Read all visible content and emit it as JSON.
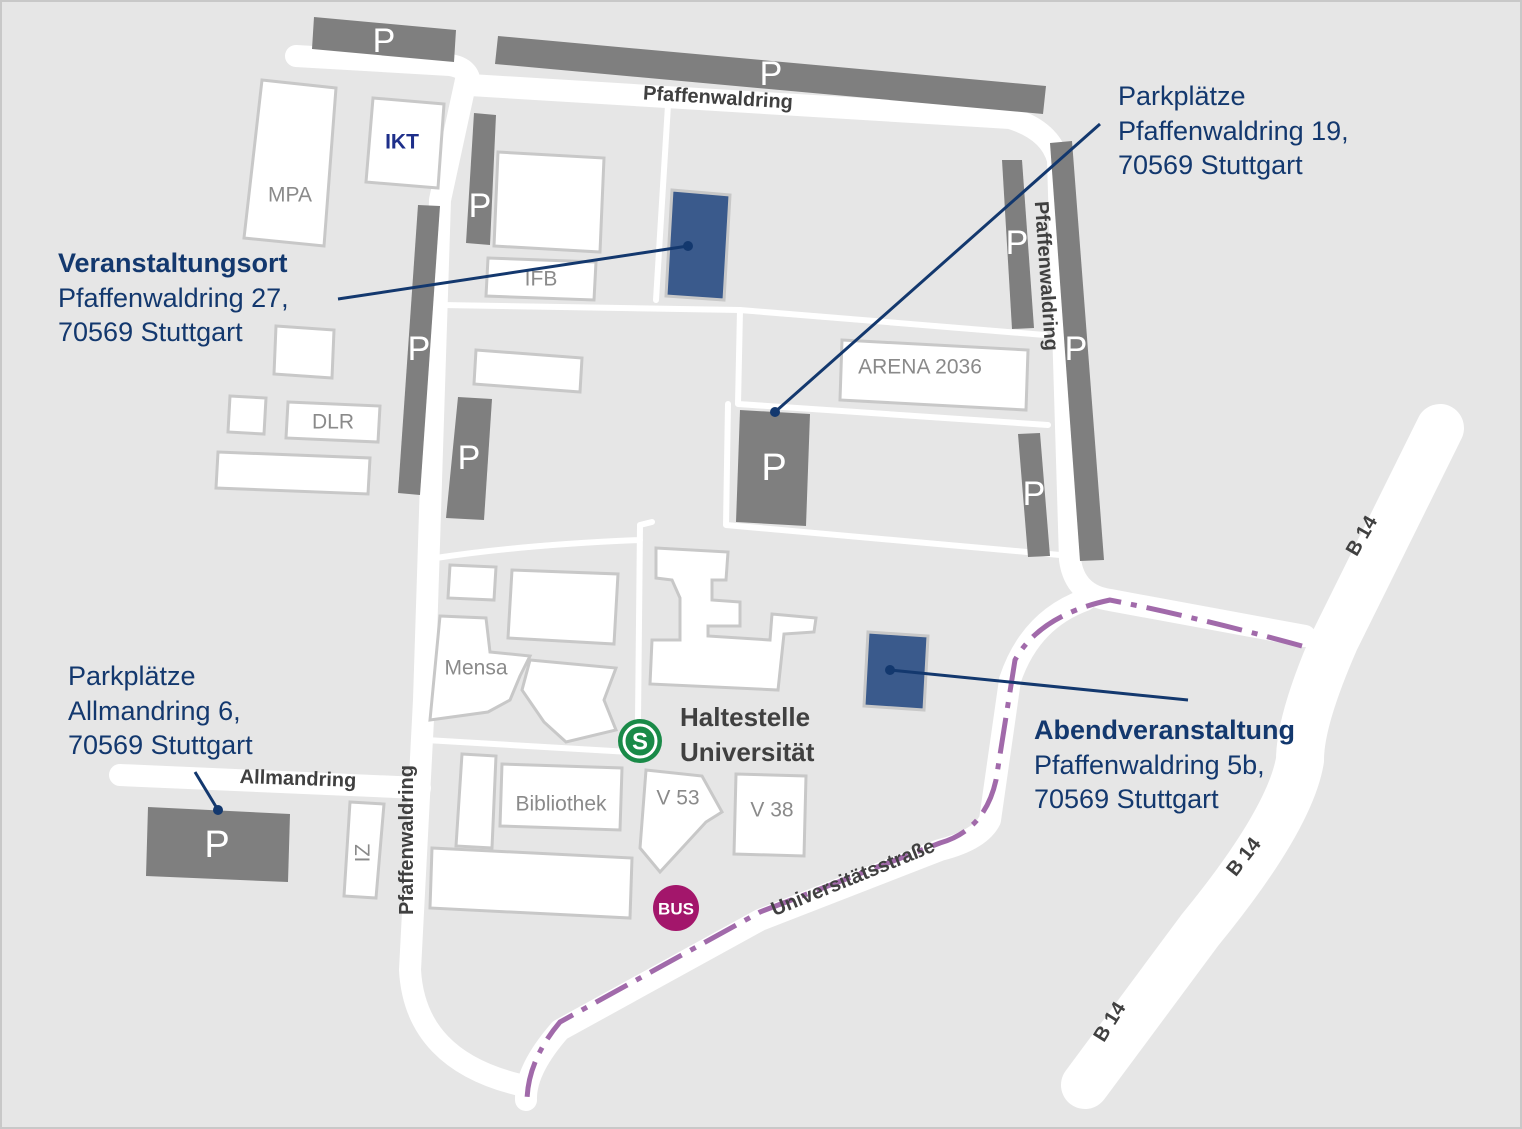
{
  "colors": {
    "background": "#e6e6e6",
    "frame": "#c8c8c8",
    "road": "#ffffff",
    "parking": "#7f7f7f",
    "highlight_building": "#3a5a8c",
    "annotation_text": "#13386e",
    "sbahn_green": "#1a8a48",
    "bus_magenta": "#a3166b",
    "route_line": "#a16aaa"
  },
  "parking_label": "P",
  "streets": {
    "pfaffenwaldring_top": "Pfaffenwaldring",
    "pfaffenwaldring_east": "Pfaffenwaldring",
    "pfaffenwaldring_west": "Pfaffenwaldring",
    "allmandring": "Allmandring",
    "universitaetsstrasse": "Universitätsstraße",
    "b14_upper": "B 14",
    "b14_middle": "B 14",
    "b14_lower": "B 14"
  },
  "buildings": {
    "mpa": "MPA",
    "ikt": "IKT",
    "ifb": "IFB",
    "dlr": "DLR",
    "arena": "ARENA 2036",
    "mensa": "Mensa",
    "bibliothek": "Bibliothek",
    "v53": "V 53",
    "v38": "V 38",
    "iz": "IZ"
  },
  "stops": {
    "sbahn_icon_letter": "S",
    "haltestelle_line1": "Haltestelle",
    "haltestelle_line2": "Universität",
    "bus_icon_text": "BUS"
  },
  "annotations": {
    "veranstaltungsort": {
      "title": "Veranstaltungsort",
      "line1": "Pfaffenwaldring 27,",
      "line2": "70569 Stuttgart"
    },
    "parkplaetze_pfaffenwaldring": {
      "line1": "Parkplätze",
      "line2": "Pfaffenwaldring 19,",
      "line3": "70569 Stuttgart"
    },
    "parkplaetze_allmandring": {
      "line1": "Parkplätze",
      "line2": "Allmandring 6,",
      "line3": "70569 Stuttgart"
    },
    "abendveranstaltung": {
      "title": "Abendveranstaltung",
      "line1": "Pfaffenwaldring 5b,",
      "line2": "70569 Stuttgart"
    }
  }
}
